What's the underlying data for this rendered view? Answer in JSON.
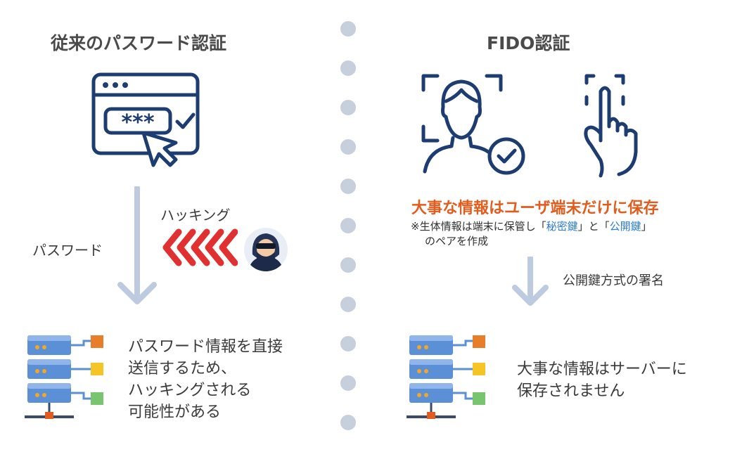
{
  "left": {
    "title": "従来のパスワード認証",
    "mask_text": "***",
    "hacking_label": "ハッキング",
    "password_label": "パスワード",
    "description": [
      "パスワード情報を直接",
      "送信するため、",
      "ハッキングされる",
      "可能性がある"
    ]
  },
  "right": {
    "title": "FIDO認証",
    "highlight": "大事な情報はユーザ端末だけに保存",
    "note": {
      "line1_prefix": "※生体情報は端末に保管し「",
      "key1": "秘密鍵",
      "mid": "」と「",
      "key2": "公開鍵",
      "suffix": "」",
      "line2": "のペアを作成"
    },
    "signature_label": "公開鍵方式の署名",
    "description": [
      "大事な情報はサーバーに",
      "保存されません"
    ]
  },
  "colors": {
    "accent_orange": "#e25d1d",
    "key_blue": "#2c7bd6",
    "icon_navy": "#1d3d72",
    "arrow_gray": "#bccbe0",
    "hack_red": "#e03030",
    "dot_gray": "#c6cfdc"
  }
}
